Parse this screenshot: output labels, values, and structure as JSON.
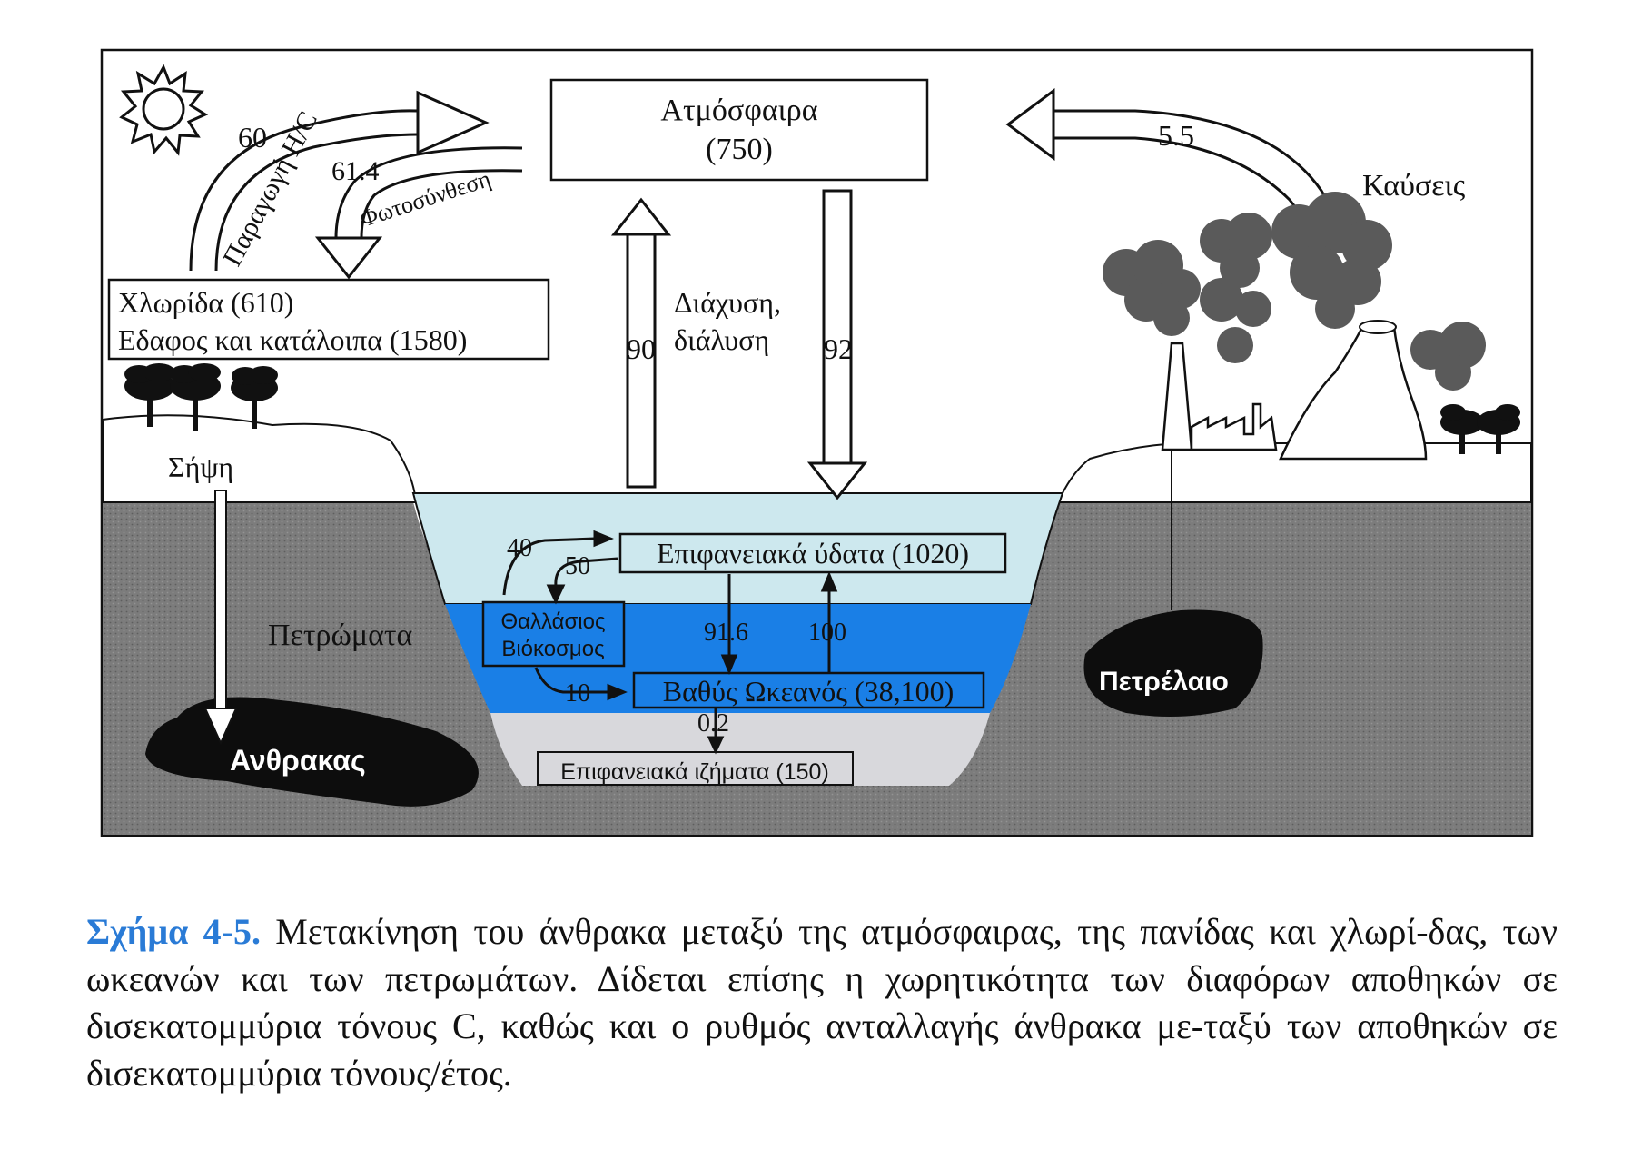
{
  "diagram": {
    "atmosphere": {
      "name": "Ατμόσφαιρα",
      "value": "(750)"
    },
    "land": {
      "flora": "Χλωρίδα (610)",
      "soil": "Εδαφος και κατάλοιπα (1580)"
    },
    "flows": {
      "production_value": "60",
      "production_label": "Παραγωγή Η/C",
      "photosynthesis_value": "61.4",
      "photosynthesis_label": "Φωτοσύνθεση",
      "combustion_value": "5.5",
      "combustion_label": "Καύσεις",
      "ocean_up_value": "90",
      "ocean_down_value": "92",
      "diffusion_label_1": "Διάχυση,",
      "diffusion_label_2": "διάλυση",
      "decay_label": "Σήψη",
      "surface_to_bio": "50",
      "bio_to_surface": "40",
      "surface_to_deep": "91.6",
      "deep_to_surface": "100",
      "bio_to_deep": "10",
      "deep_to_sediment": "0.2"
    },
    "ocean": {
      "surface_waters": "Επιφανειακά ύδατα (1020)",
      "marine_biota_1": "Θαλλάσιος",
      "marine_biota_2": "Βιόκοσμος",
      "deep_ocean": "Βαθύς Ωκεανός (38,100)",
      "sediments": "Επιφανειακά ιζήματα (150)"
    },
    "ground": {
      "rocks": "Πετρώματα",
      "coal": "Ανθρακας",
      "oil": "Πετρέλαιο"
    }
  },
  "caption": {
    "label": "Σχήμα 4-5.",
    "text": " Μετακίνηση του άνθρακα μεταξύ της ατμόσφαιρας, της πανίδας και χλωρί-δας, των ωκεανών και των πετρωμάτων. Δίδεται επίσης η χωρητικότητα των διαφόρων αποθηκών σε δισεκατομμύρια τόνους C, καθώς και ο ρυθμός ανταλλαγής άνθρακα με-ταξύ των αποθηκών σε δισεκατομμύρια τόνους/έτος."
  },
  "colors": {
    "ground": "#7c7c7c",
    "surface_water": "#cde8ee",
    "deep_water": "#1a7fe6",
    "sediment": "#d8d8dc",
    "deposit": "#0d0d0d",
    "caption_label": "#2a7bd6"
  }
}
